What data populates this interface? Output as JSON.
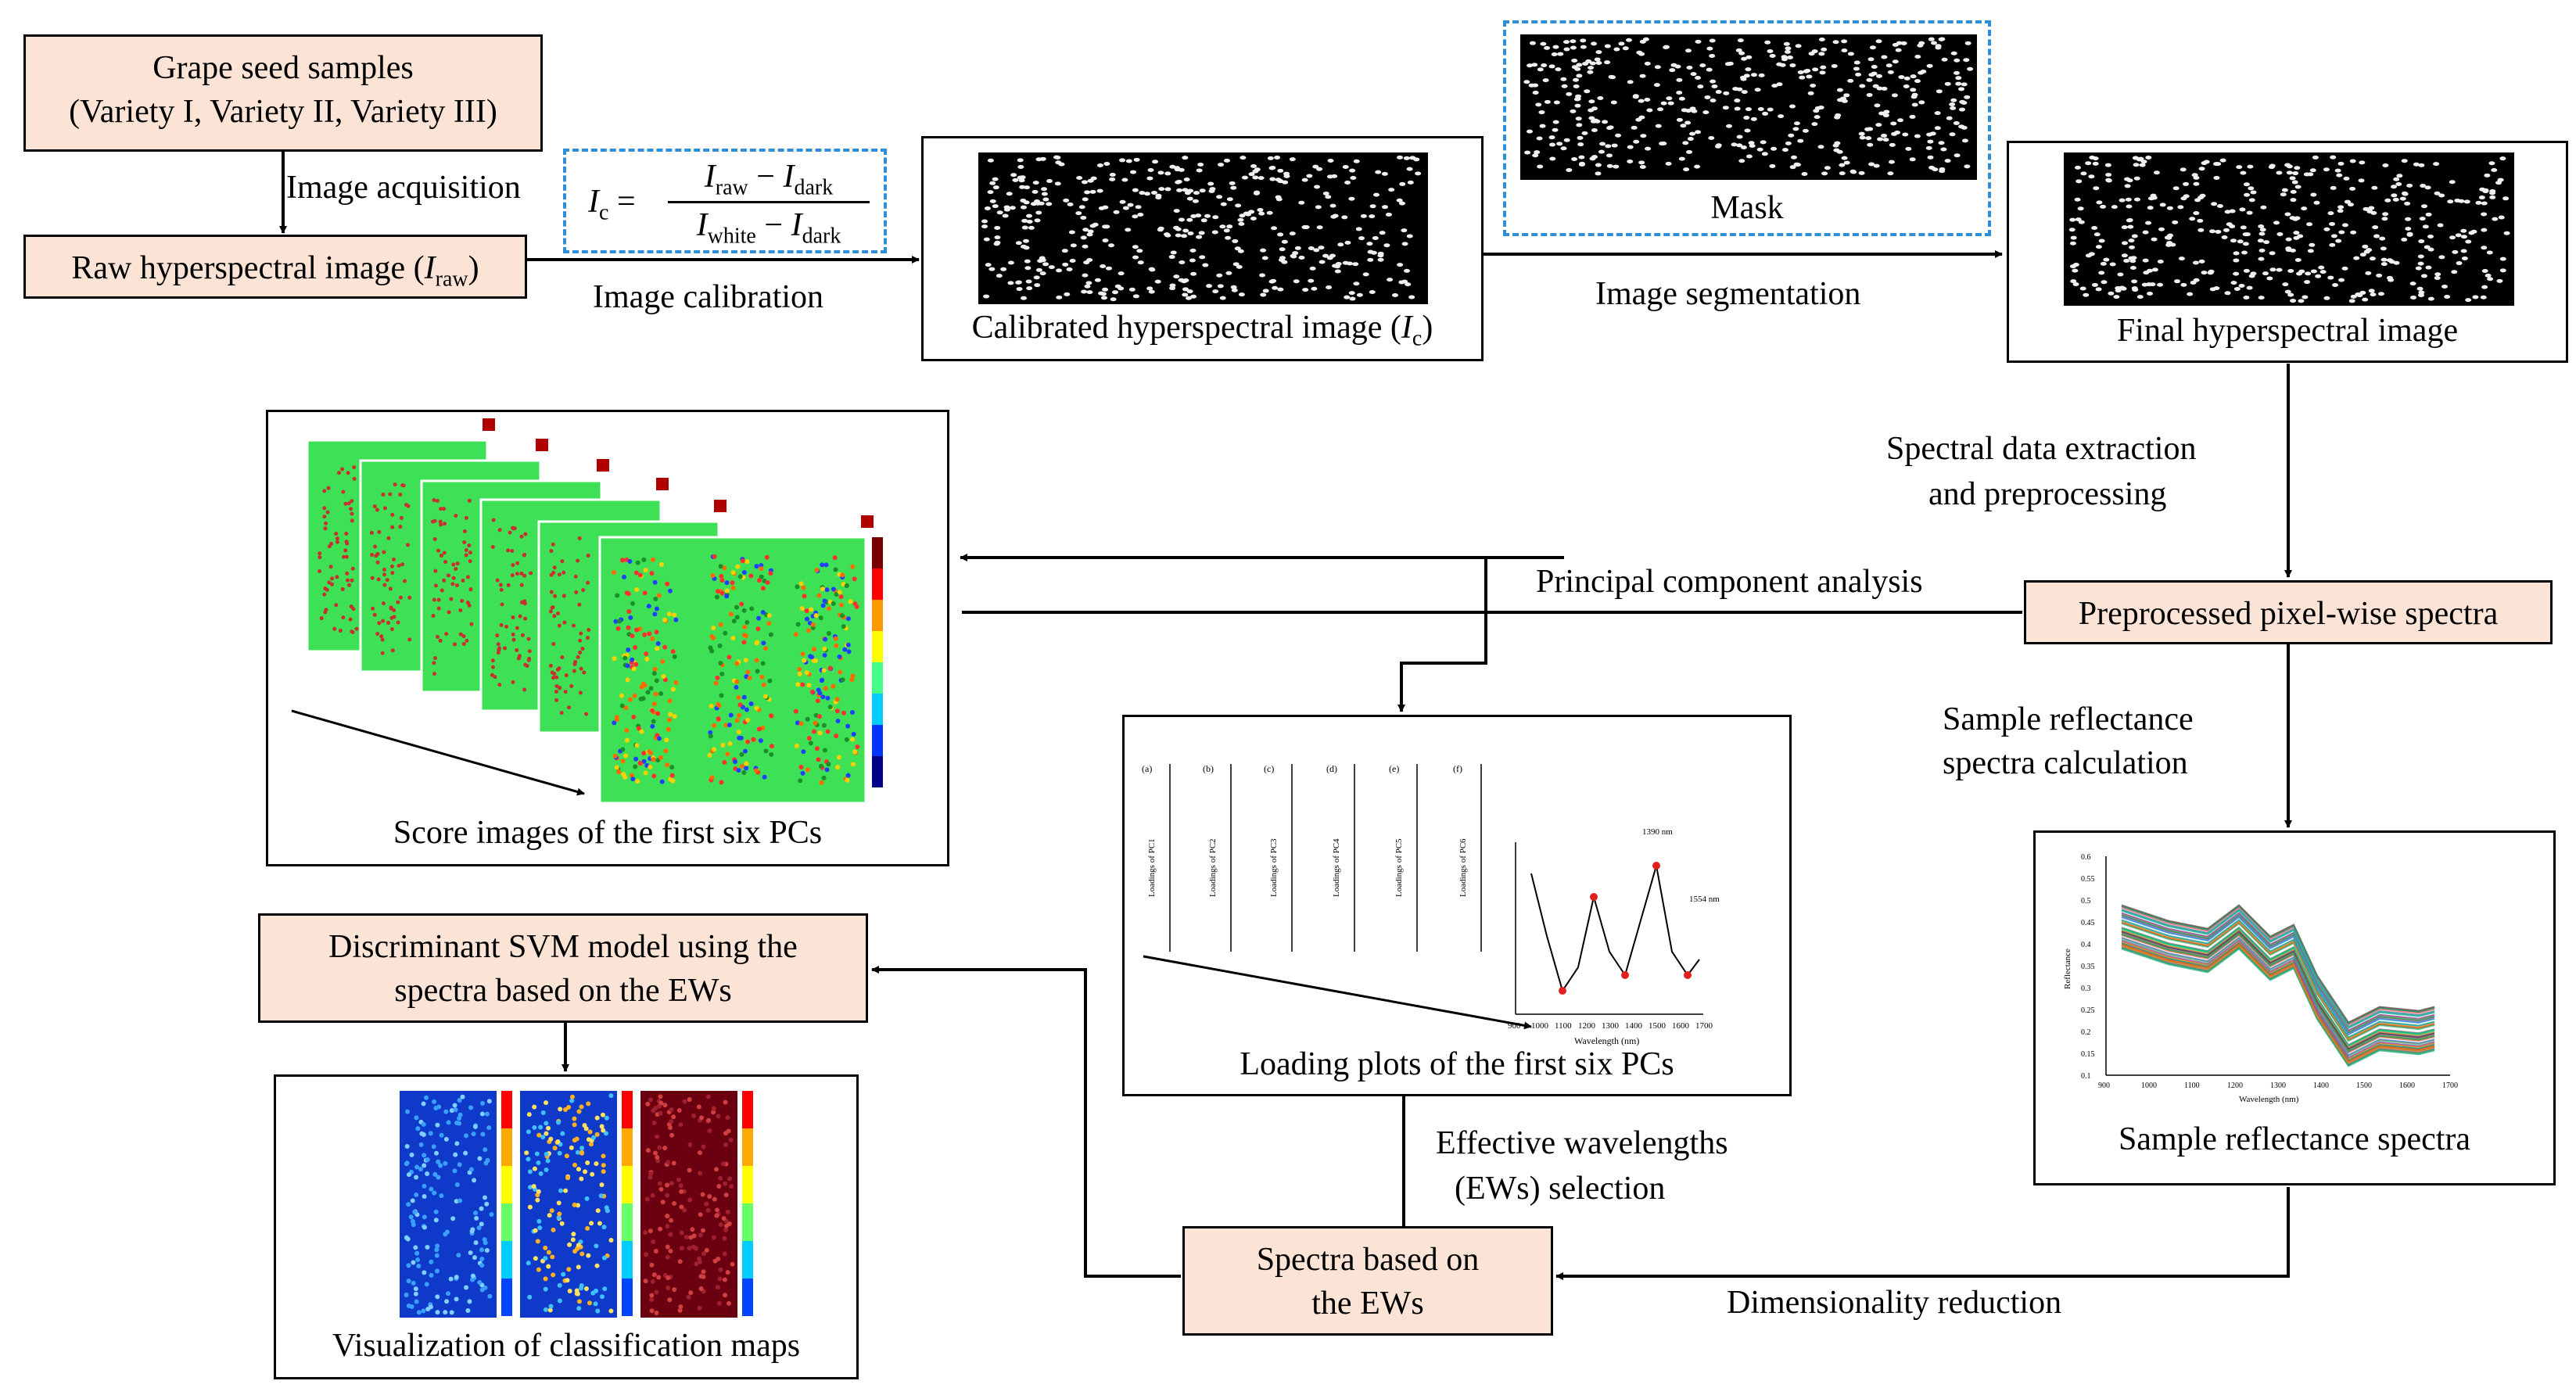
{
  "nodes": {
    "grape_seed": {
      "line1": "Grape seed samples",
      "line2": "(Variety I, Variety II, Variety III)"
    },
    "raw": {
      "text": "Raw hyperspectral image (",
      "italic": "I",
      "sub": "raw",
      "close": ")"
    },
    "calibrated": {
      "text": "Calibrated hyperspectral image (",
      "italic": "I",
      "sub": "c",
      "close": ")"
    },
    "mask": {
      "text": "Mask"
    },
    "final": {
      "text": "Final  hyperspectral image"
    },
    "preprocessed": {
      "text": "Preprocessed pixel-wise  spectra"
    },
    "score_images": {
      "text": "Score images  of the first six PCs"
    },
    "loading_plots": {
      "text": "Loading plots of the first six PCs"
    },
    "reflectance": {
      "text": "Sample reflectance spectra"
    },
    "svm": {
      "line1": "Discriminant  SVM model using the",
      "line2": "spectra based on the EWs"
    },
    "visualization": {
      "text": "Visualization   of classification  maps"
    },
    "spectra_ews": {
      "line1": "Spectra based on",
      "line2": "the EWs"
    }
  },
  "edges": {
    "acquisition": "Image acquisition",
    "calibration": "Image calibration",
    "segmentation": "Image segmentation",
    "extraction_line1": "Spectral data extraction",
    "extraction_line2": "and preprocessing",
    "pca": "Principal  component analysis",
    "reflectance_line1": "Sample reflectance",
    "reflectance_line2": "spectra calculation",
    "ews_line1": "Effective  wavelengths",
    "ews_line2": "(EWs) selection",
    "dimensionality": "Dimensionality  reduction"
  },
  "formula": {
    "lhs": "I",
    "lhs_sub": "c",
    "num_a": "I",
    "num_a_sub": "raw",
    "num_b": "I",
    "num_b_sub": "dark",
    "den_a": "I",
    "den_a_sub": "white",
    "den_b": "I",
    "den_b_sub": "dark"
  },
  "loading_chart": {
    "panels": [
      "(a)",
      "(b)",
      "(c)",
      "(d)",
      "(e)",
      "(f)"
    ],
    "ylabels": [
      "Loadings of PC1",
      "Loadings of PC2",
      "Loadings of PC3",
      "Loadings of PC4",
      "Loadings of PC5",
      "Loadings of PC6"
    ],
    "xlabel": "Wavelength (nm)",
    "xticks": [
      "900",
      "1000",
      "1100",
      "1200",
      "1300",
      "1400",
      "1500",
      "1600",
      "1700"
    ],
    "peak_labels": [
      "1390 nm",
      "1554 nm"
    ]
  },
  "reflectance_chart": {
    "ylabel": "Reflectance",
    "xlabel": "Wavelength (nm)",
    "yticks": [
      "0.6",
      "0.55",
      "0.5",
      "0.45",
      "0.4",
      "0.35",
      "0.3",
      "0.25",
      "0.2",
      "0.15",
      "0.1"
    ],
    "xticks": [
      "900",
      "1000",
      "1100",
      "1200",
      "1300",
      "1400",
      "1500",
      "1600",
      "1700"
    ]
  },
  "colors": {
    "box_fill": "#fbe4d5",
    "dashed_border": "#2e8fd6",
    "score_green": "#3ee056",
    "map_blue": "#0f3ac9",
    "map_darkred": "#6a0010"
  }
}
